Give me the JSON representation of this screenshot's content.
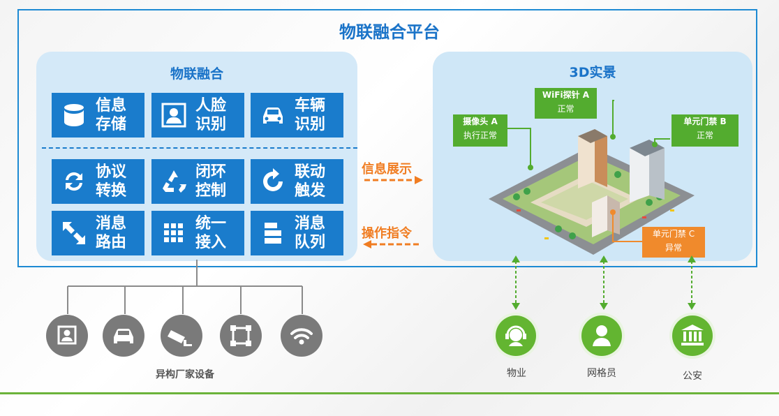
{
  "platform_title": "物联融合平台",
  "fusion": {
    "title": "物联融合",
    "tiles": [
      {
        "label1": "信息",
        "label2": "存储",
        "icon": "database-icon"
      },
      {
        "label1": "人脸",
        "label2": "识别",
        "icon": "face-id-icon"
      },
      {
        "label1": "车辆",
        "label2": "识别",
        "icon": "car-icon"
      },
      {
        "label1": "协议",
        "label2": "转换",
        "icon": "sync-icon"
      },
      {
        "label1": "闭环",
        "label2": "控制",
        "icon": "recycle-icon"
      },
      {
        "label1": "联动",
        "label2": "触发",
        "icon": "refresh-icon"
      },
      {
        "label1": "消息",
        "label2": "路由",
        "icon": "expand-arrows-icon"
      },
      {
        "label1": "统一",
        "label2": "接入",
        "icon": "grid-icon"
      },
      {
        "label1": "消息",
        "label2": "队列",
        "icon": "queue-icon"
      }
    ]
  },
  "arrows": {
    "info_display": "信息展示",
    "operation_command": "操作指令"
  },
  "scene": {
    "title": "3D实景",
    "callouts": {
      "wifi": {
        "name": "WiFi探针 A",
        "status": "正常"
      },
      "camera": {
        "name": "摄像头 A",
        "status": "执行正常"
      },
      "door_b": {
        "name": "单元门禁 B",
        "status": "正常"
      },
      "door_c": {
        "name": "单元门禁 C",
        "status": "异常"
      }
    }
  },
  "devices": {
    "caption": "异构厂家设备",
    "icons": [
      "face-id-icon",
      "car-icon",
      "cctv-camera-icon",
      "frame-icon",
      "wifi-icon"
    ]
  },
  "users": [
    {
      "label": "物业",
      "icon": "headset-agent-icon"
    },
    {
      "label": "网格员",
      "icon": "person-icon"
    },
    {
      "label": "公安",
      "icon": "police-building-icon"
    }
  ],
  "colors": {
    "primary": "#1a7ccc",
    "accent_orange": "#f07d22",
    "green": "#63b531",
    "gray": "#7a7a7a"
  }
}
